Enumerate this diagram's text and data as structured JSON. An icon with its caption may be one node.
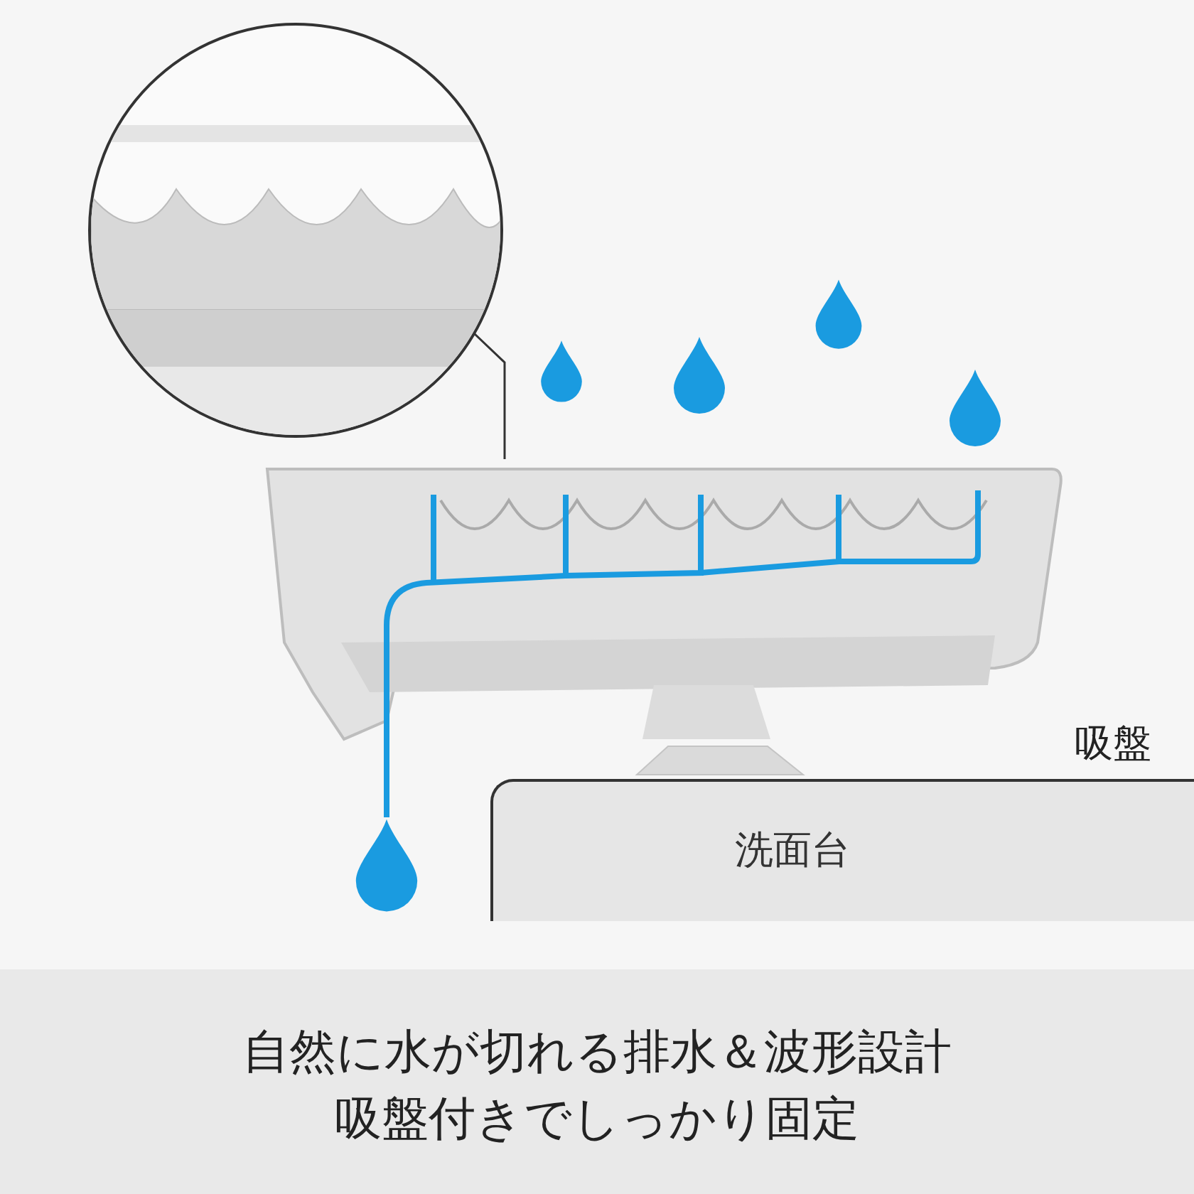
{
  "diagram": {
    "nodes": [
      {
        "text": [],
        "shape": "picture"
      },
      {
        "text": [],
        "shape": "picture"
      },
      {
        "text": [
          "洗面台"
        ]
      }
    ],
    "edges": [
      {
        "from": 0,
        "to": 1,
        "arrow": "none"
      }
    ],
    "labels": [
      "吸盤",
      "自然に水が切れる排水＆波形設計",
      "吸盤付きでしっかり固定"
    ]
  }
}
